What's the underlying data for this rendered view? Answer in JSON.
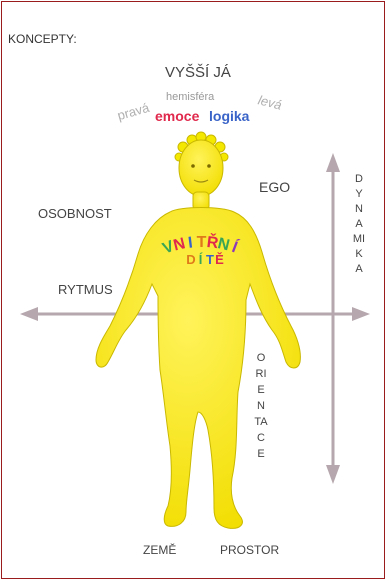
{
  "title": "KONCEPTY:",
  "labels": {
    "vyssi_ja": "VYŠŠÍ JÁ",
    "prava": "pravá",
    "hemisfera": "hemisféra",
    "leva": "levá",
    "emoce": "emoce",
    "logika": "logika",
    "ego": "EGO",
    "osobnost": "OSOBNOST",
    "rytmus": "RYTMUS",
    "dynamika": "DYNAMIKA",
    "orientace": "ORIENTACE",
    "zeme": "ZEMĚ",
    "prostor": "PROSTOR"
  },
  "vnitrni_letters": [
    {
      "ch": "V",
      "color": "#3aa655"
    },
    {
      "ch": "N",
      "color": "#e0294c"
    },
    {
      "ch": "I",
      "color": "#3a64c8"
    },
    {
      "ch": "T",
      "color": "#e07b1a"
    },
    {
      "ch": "Ř",
      "color": "#e0294c"
    },
    {
      "ch": "N",
      "color": "#3aa655"
    },
    {
      "ch": "Í",
      "color": "#8e3ab8"
    }
  ],
  "dite_letters": [
    {
      "ch": "D",
      "color": "#e07b1a"
    },
    {
      "ch": "Í",
      "color": "#3aa655"
    },
    {
      "ch": "T",
      "color": "#3a64c8"
    },
    {
      "ch": "Ě",
      "color": "#e0294c"
    }
  ],
  "colors": {
    "border": "#9b1c1c",
    "figure": "#f5e800",
    "figure_outline": "#c9b800",
    "arrows": "#b5a7ad"
  }
}
